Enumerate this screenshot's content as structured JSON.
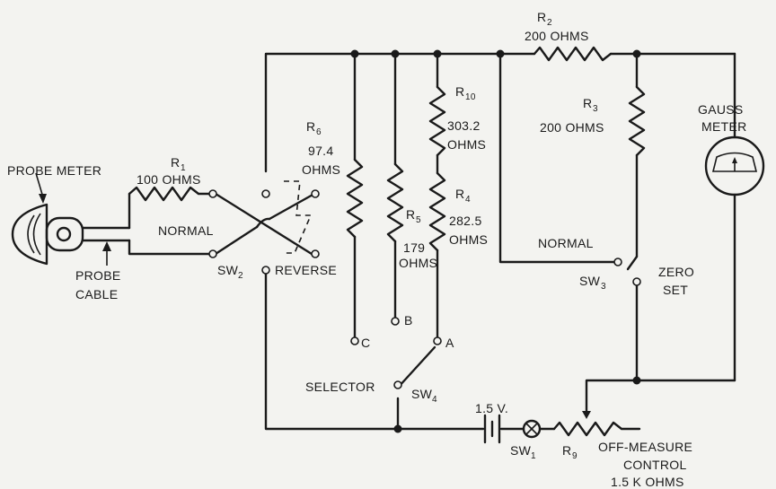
{
  "labels": {
    "probe_meter": "PROBE METER",
    "probe_cable_1": "PROBE",
    "probe_cable_2": "CABLE",
    "r1": "R",
    "r1_sub": "1",
    "r1_val": "100 OHMS",
    "normal_sw2": "NORMAL",
    "sw2": "SW",
    "sw2_sub": "2",
    "reverse": "REVERSE",
    "r6": "R",
    "r6_sub": "6",
    "r6_val1": "97.4",
    "r6_val2": "OHMS",
    "r5": "R",
    "r5_sub": "5",
    "r5_val1": "179",
    "r5_val2": "OHMS",
    "r10": "R",
    "r10_sub": "10",
    "r10_val1": "303.2",
    "r10_val2": "OHMS",
    "r4": "R",
    "r4_sub": "4",
    "r4_val1": "282.5",
    "r4_val2": "OHMS",
    "r2": "R",
    "r2_sub": "2",
    "r2_val": "200 OHMS",
    "r3": "R",
    "r3_sub": "3",
    "r3_val": "200 OHMS",
    "gauss_1": "GAUSS",
    "gauss_2": "METER",
    "normal_sw3": "NORMAL",
    "sw3": "SW",
    "sw3_sub": "3",
    "zero_1": "ZERO",
    "zero_2": "SET",
    "term_c": "C",
    "term_b": "B",
    "term_a": "A",
    "selector": "SELECTOR",
    "sw4": "SW",
    "sw4_sub": "4",
    "battery": "1.5 V.",
    "sw1": "SW",
    "sw1_sub": "1",
    "r9": "R",
    "r9_sub": "9",
    "control_1": "OFF-MEASURE",
    "control_2": "CONTROL",
    "control_3": "1.5 K OHMS"
  }
}
